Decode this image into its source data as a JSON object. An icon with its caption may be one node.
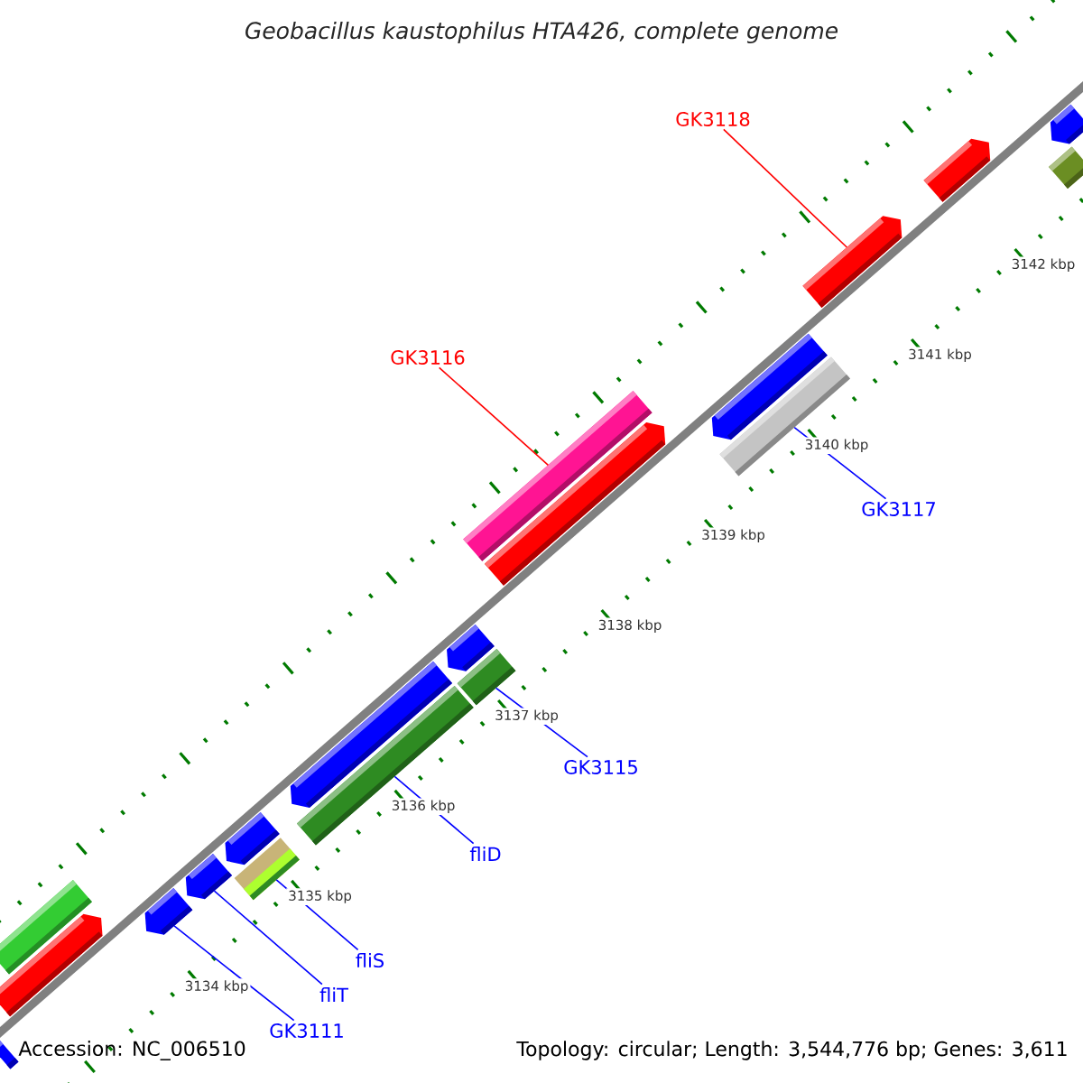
{
  "diagram": {
    "title": "Geobacillus kaustophilus HTA426, complete genome",
    "nodes": [
      {
        "text": [
          "GK3118"
        ]
      },
      {
        "text": [
          "GK3116"
        ]
      },
      {
        "text": [
          "GK3117"
        ]
      },
      {
        "text": [
          "GK3115"
        ]
      },
      {
        "text": [
          "fliD"
        ]
      },
      {
        "text": [
          "fliS"
        ]
      },
      {
        "text": [
          "fliT"
        ]
      },
      {
        "text": [
          "GK3111"
        ]
      },
      {
        "text": [],
        "shape": "bar"
      },
      {
        "text": [],
        "shape": "bar"
      },
      {
        "text": [],
        "shape": "bar"
      },
      {
        "text": [],
        "shape": "bar"
      },
      {
        "text": [],
        "shape": "bar"
      },
      {
        "text": [],
        "shape": "bar"
      },
      {
        "text": [],
        "shape": "bar"
      },
      {
        "text": [],
        "shape": "bar"
      },
      {
        "text": [],
        "shape": "bar"
      },
      {
        "text": [],
        "shape": "bar"
      },
      {
        "text": [],
        "shape": "bar"
      },
      {
        "text": [],
        "shape": "bar"
      },
      {
        "text": [],
        "shape": "bar"
      },
      {
        "text": [],
        "shape": "bar"
      },
      {
        "text": [],
        "shape": "bar"
      },
      {
        "text": [],
        "shape": "bar"
      },
      {
        "text": [],
        "shape": "bar"
      },
      {
        "text": [],
        "shape": "bar"
      },
      {
        "text": [],
        "shape": "bar"
      }
    ],
    "edges": [
      {
        "from": 0,
        "to": 11,
        "arrow": "none",
        "color": "#ff0000"
      },
      {
        "from": 1,
        "to": 14,
        "arrow": "none",
        "color": "#ff0000"
      },
      {
        "from": 2,
        "to": 13,
        "arrow": "none"
      },
      {
        "from": 3,
        "to": 17,
        "arrow": "none"
      },
      {
        "from": 4,
        "to": 19,
        "arrow": "none"
      },
      {
        "from": 5,
        "to": 21,
        "arrow": "none"
      },
      {
        "from": 6,
        "to": 22,
        "arrow": "none"
      },
      {
        "from": 7,
        "to": 23,
        "arrow": "none"
      }
    ],
    "labels": [
      "3142 kbp",
      "3141 kbp",
      "3140 kbp",
      "3139 kbp",
      "3138 kbp",
      "3137 kbp",
      "3136 kbp",
      "3135 kbp",
      "3134 kbp",
      "Accession: NC_006510",
      "Topology: circular; Length: 3,544,776 bp; Genes: 3,611"
    ]
  }
}
